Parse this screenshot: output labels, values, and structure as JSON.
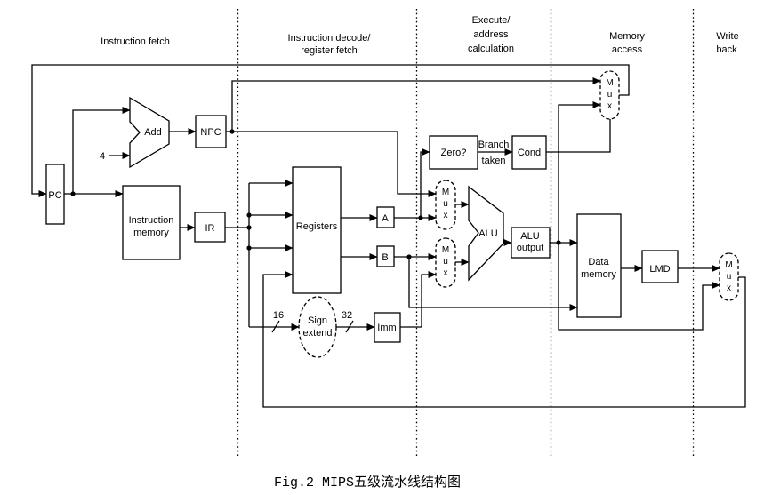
{
  "colors": {
    "line": "#000000",
    "background": "#ffffff",
    "text": "#000000"
  },
  "stage_headers": {
    "instruction_fetch": [
      "Instruction fetch"
    ],
    "instruction_decode": [
      "Instruction decode/",
      "register fetch"
    ],
    "execute": [
      "Execute/",
      "address",
      "calculation"
    ],
    "memory_access": [
      "Memory",
      "access"
    ],
    "write_back": [
      "Write",
      "back"
    ]
  },
  "blocks": {
    "pc": "PC",
    "add": "Add",
    "npc": "NPC",
    "instruction_memory": [
      "Instruction",
      "memory"
    ],
    "ir": "IR",
    "registers": "Registers",
    "a_latch": "A",
    "b_latch": "B",
    "sign_extend": [
      "Sign",
      "extend"
    ],
    "imm": "Imm",
    "zero": "Zero?",
    "cond": "Cond",
    "alu": "ALU",
    "alu_output": [
      "ALU",
      "output"
    ],
    "data_memory": [
      "Data",
      "memory"
    ],
    "lmd": "LMD",
    "mux": [
      "M",
      "u",
      "x"
    ]
  },
  "annotations": {
    "pc_increment": "4",
    "sign_extend_input_bits": "16",
    "sign_extend_output_bits": "32",
    "branch_taken": [
      "Branch",
      "taken"
    ]
  },
  "caption": "Fig.2 MIPS五级流水线结构图"
}
